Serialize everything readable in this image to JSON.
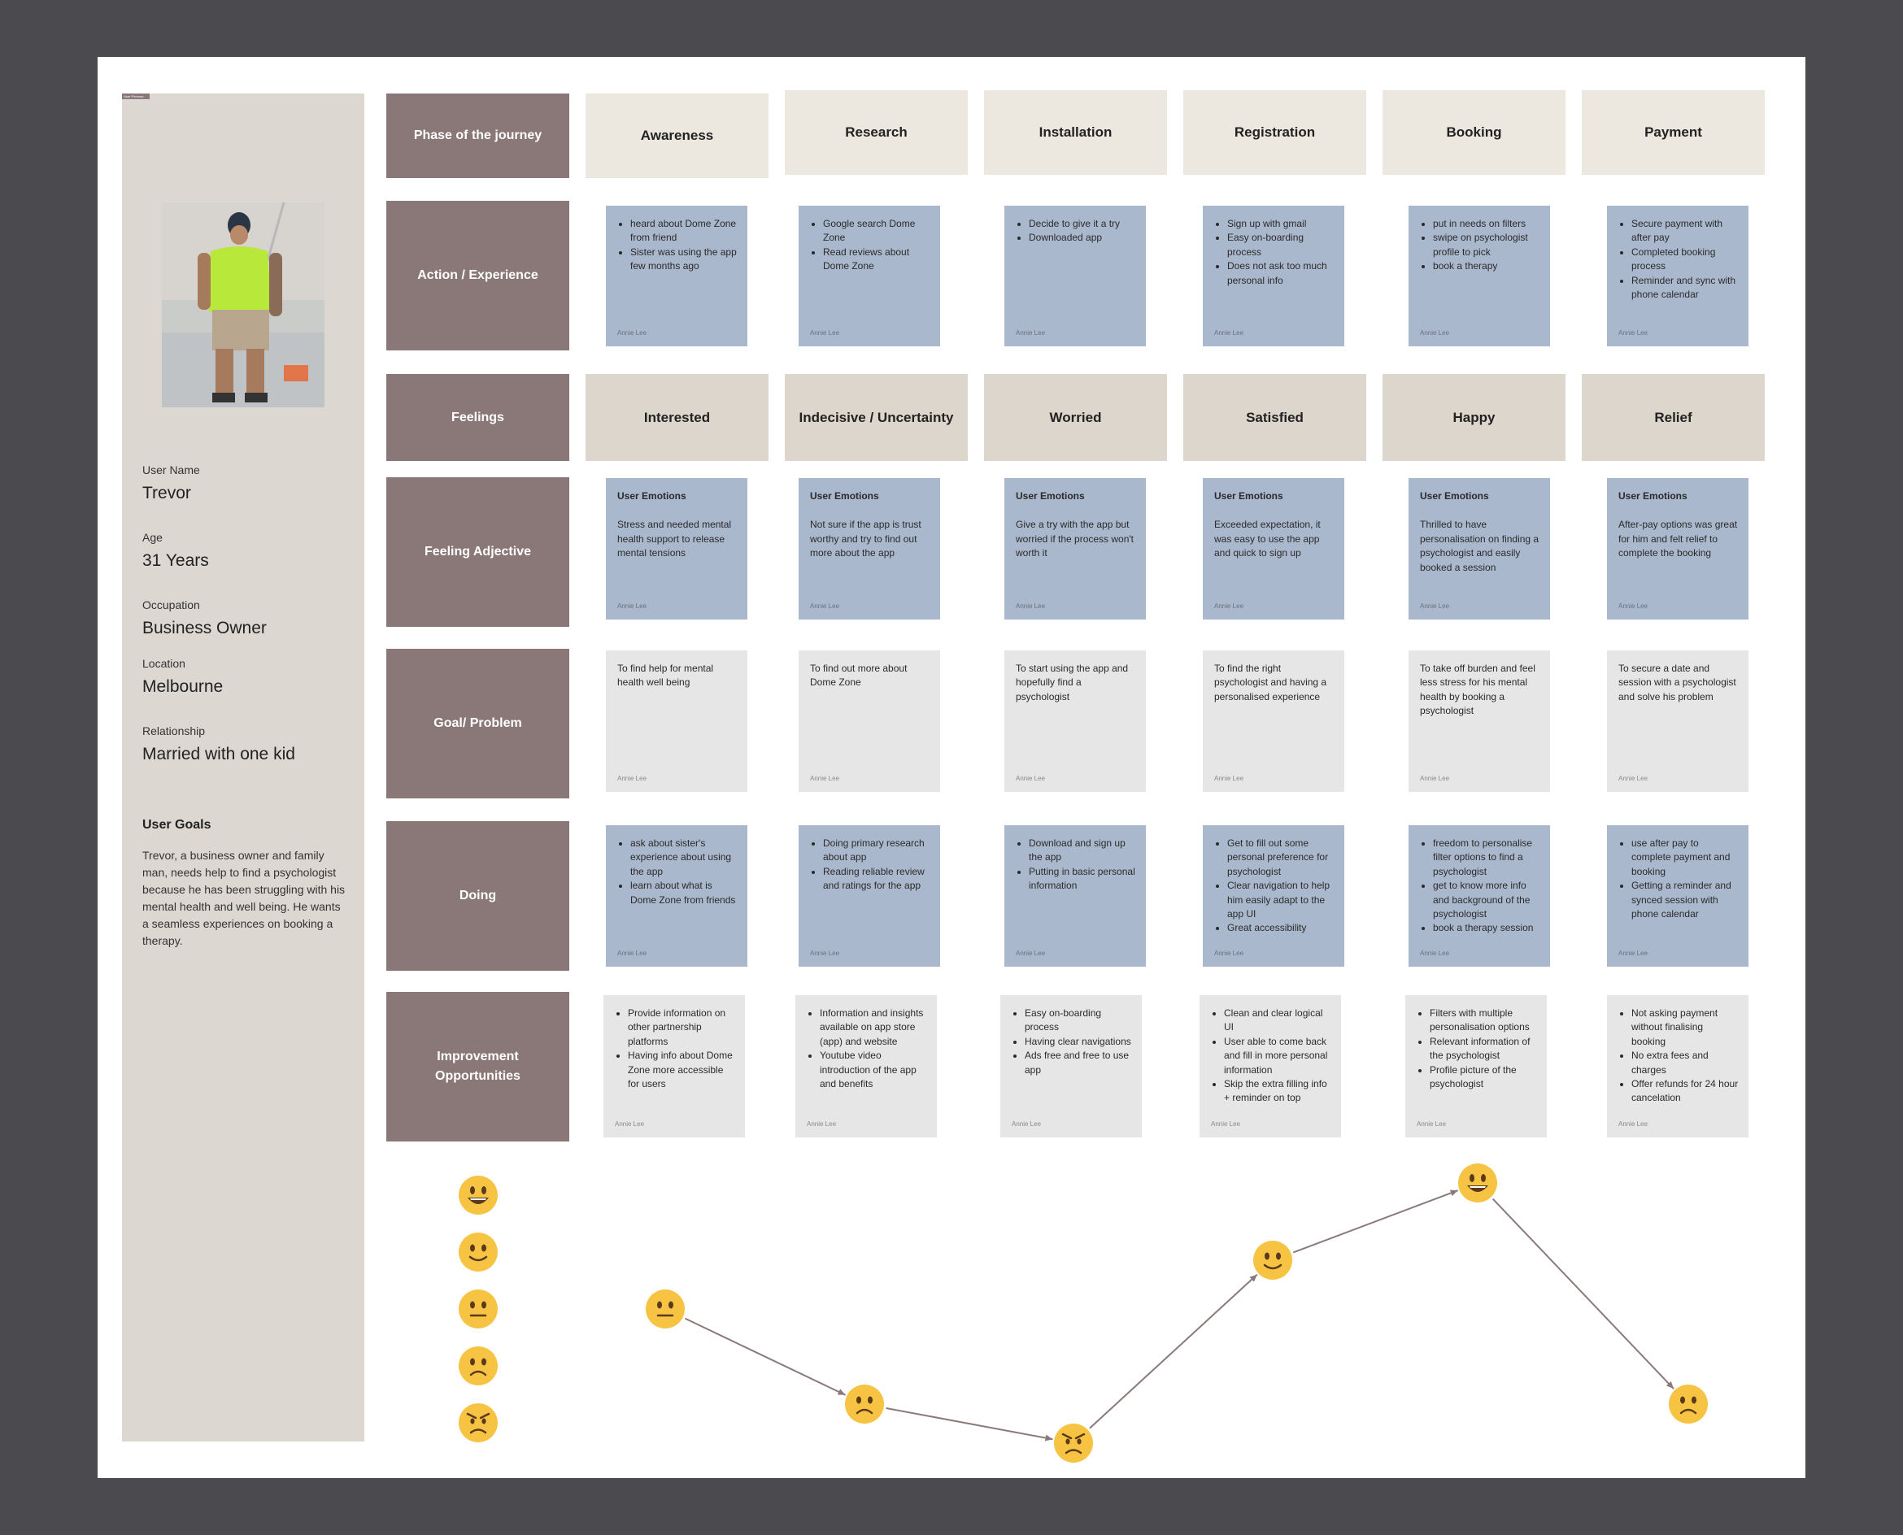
{
  "persona": {
    "tag": "User Persona",
    "fields": [
      {
        "label": "User Name",
        "value": "Trevor"
      },
      {
        "label": "Age",
        "value": "31 Years"
      },
      {
        "label": "Occupation",
        "value": "Business Owner"
      },
      {
        "label": "Location",
        "value": "Melbourne"
      },
      {
        "label": "Relationship",
        "value": "Married with one kid"
      }
    ],
    "goals_title": "User Goals",
    "goals_text": "Trevor, a business owner and family man, needs help to find a psychologist because he has been struggling with his mental health and well being. He wants a seamless experiences on booking a therapy."
  },
  "rows": {
    "phase": "Phase of the journey",
    "action": "Action / Experience",
    "feelings": "Feelings",
    "adjective": "Feeling Adjective",
    "goal": "Goal/ Problem",
    "doing": "Doing",
    "improvement": "Improvement Opportunities"
  },
  "author": "Annie Lee",
  "emotion_title": "User Emotions",
  "stages": [
    {
      "phase": "Awareness",
      "actions": [
        "heard about Dome Zone from friend",
        "Sister was using the app few months ago"
      ],
      "feeling": "Interested",
      "emotion": "Stress and needed mental health support to release mental tensions",
      "goal": "To find help for mental health well being",
      "doing": [
        "ask about sister's experience about using the app",
        "learn about what is Dome Zone from friends"
      ],
      "improvements": [
        "Provide information on other partnership platforms",
        "Having info about Dome Zone more accessible for users"
      ]
    },
    {
      "phase": "Research",
      "actions": [
        "Google search Dome Zone",
        "Read reviews about Dome Zone"
      ],
      "feeling": "Indecisive / Uncertainty",
      "emotion": "Not sure if the app is trust worthy and try to find out more about the app",
      "goal": "To find out more about Dome Zone",
      "doing": [
        "Doing primary research about app",
        "Reading reliable review and ratings for the app"
      ],
      "improvements": [
        "Information and insights available on app store (app) and website",
        "Youtube video introduction of the app and benefits"
      ]
    },
    {
      "phase": "Installation",
      "actions": [
        "Decide to give it a try",
        "Downloaded app"
      ],
      "feeling": "Worried",
      "emotion": "Give a try with the app but worried if the process won't worth it",
      "goal": "To start using the app and hopefully find a psychologist",
      "doing": [
        "Download and sign up the app",
        "Putting in basic personal information"
      ],
      "improvements": [
        "Easy on-boarding process",
        "Having clear navigations",
        "Ads free and free to use app"
      ]
    },
    {
      "phase": "Registration",
      "actions": [
        "Sign up with gmail",
        "Easy on-boarding process",
        "Does not ask too much personal info"
      ],
      "feeling": "Satisfied",
      "emotion": "Exceeded expectation, it was easy to  use the app and quick to sign up",
      "goal": "To find the right psychologist and having a personalised experience",
      "doing": [
        "Get  to fill out some personal preference for psychologist",
        "Clear navigation to help him easily adapt to the app UI",
        "Great accessibility"
      ],
      "improvements": [
        "Clean and clear logical UI",
        "User able to come back and fill in more personal information",
        "Skip the extra filling info + reminder on top"
      ]
    },
    {
      "phase": "Booking",
      "actions": [
        "put in needs on filters",
        "swipe on psychologist profile to pick",
        "book a therapy"
      ],
      "feeling": "Happy",
      "emotion": "Thrilled to have personalisation on finding a psychologist and easily booked a session",
      "goal": "To take off burden and feel less stress for his mental health by booking a psychologist",
      "doing": [
        "freedom to personalise filter options to find a psychologist",
        "get to know more info and background of the psychologist",
        "book a therapy session"
      ],
      "improvements": [
        "Filters with multiple personalisation options",
        "Relevant information of the psychologist",
        "Profile picture of the psychologist"
      ]
    },
    {
      "phase": "Payment",
      "actions": [
        "Secure payment with after pay",
        "Completed booking process",
        "Reminder and sync with phone calendar"
      ],
      "feeling": "Relief",
      "emotion": "After-pay options was great for him and felt relief to complete the booking",
      "goal": "To secure a date and session with a psychologist and solve his problem",
      "doing": [
        "use after pay to complete payment and booking",
        "Getting a reminder and synced session with phone calendar"
      ],
      "improvements": [
        "Not asking payment without finalising booking",
        "No extra fees and charges",
        "Offer refunds for 24 hour cancelation"
      ]
    }
  ],
  "emotion_scale": [
    "very-happy-emoji-icon",
    "happy-emoji-icon",
    "neutral-emoji-icon",
    "sad-emoji-icon",
    "angry-emoji-icon"
  ],
  "emotion_curve": {
    "levels": [
      "very-happy",
      "happy",
      "neutral",
      "sad",
      "angry"
    ],
    "points": [
      {
        "stage": "Awareness",
        "level": "neutral"
      },
      {
        "stage": "Research",
        "level": "sad"
      },
      {
        "stage": "Installation",
        "level": "angry"
      },
      {
        "stage": "Registration",
        "level": "happy"
      },
      {
        "stage": "Booking",
        "level": "very-happy"
      },
      {
        "stage": "Payment",
        "level": "sad"
      }
    ]
  },
  "colors": {
    "row_label": "#8a7777",
    "action_note": "#aab8cd",
    "goal_note": "#e6e6e6",
    "phase_header": "#ece8df",
    "feeling_header": "#ddd6cc",
    "emoji": "#f7c343",
    "curve": "#8a7a7a"
  }
}
